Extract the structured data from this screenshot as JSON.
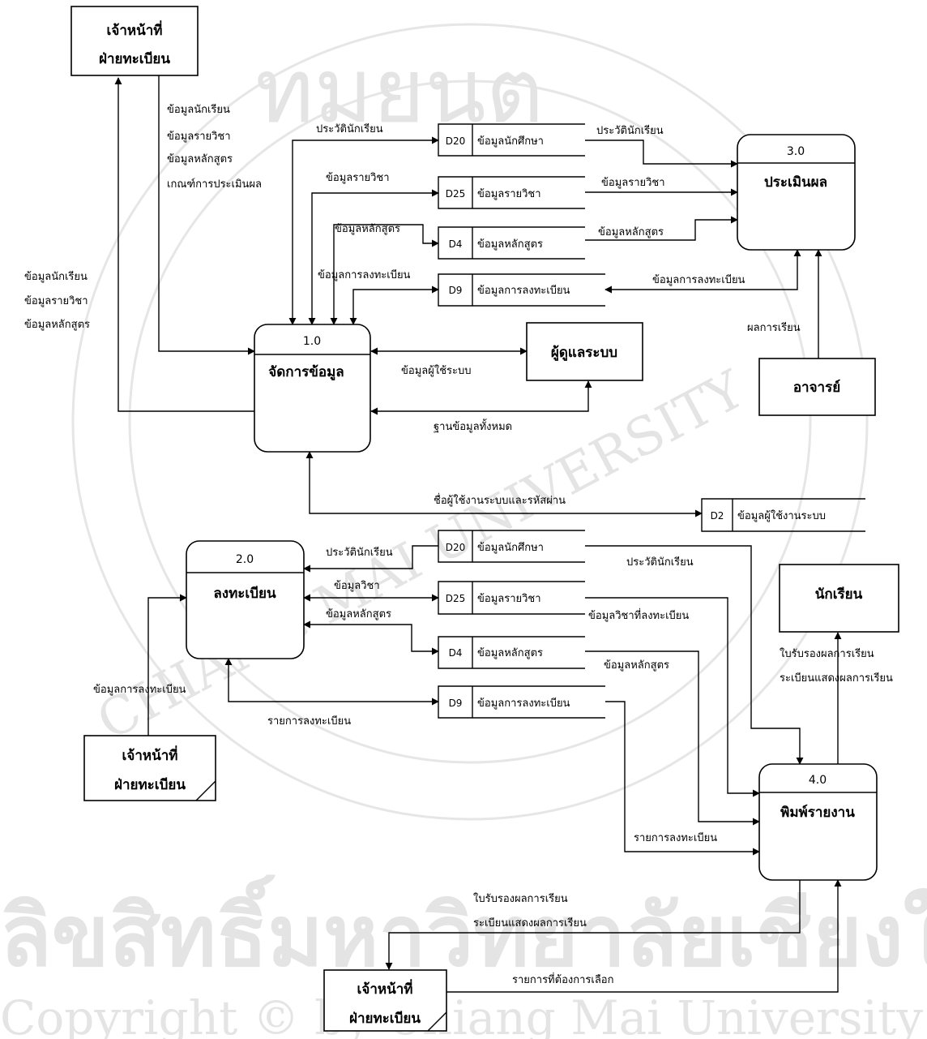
{
  "watermark": {
    "seal_top": "ทมยนต",
    "seal_bottom": "CHIANG MAI UNIVERSITY",
    "band_thai": "ลิขสิทธิ์มหาวิทยาลัยเชียงใหม่",
    "band_copyright": "Copyright © by Chiang Mai University"
  },
  "processes": {
    "p1": {
      "num": "1.0",
      "name": "จัดการข้อมูล"
    },
    "p2": {
      "num": "2.0",
      "name": "ลงทะเบียน"
    },
    "p3": {
      "num": "3.0",
      "name": "ประเมินผล"
    },
    "p4": {
      "num": "4.0",
      "name": "พิมพ์รายงาน"
    }
  },
  "entities": {
    "registrar_top": {
      "line1": "เจ้าหน้าที่",
      "line2": "ฝ่ายทะเบียน"
    },
    "admin": {
      "name": "ผู้ดูแลระบบ"
    },
    "teacher": {
      "name": "อาจารย์"
    },
    "student": {
      "name": "นักเรียน"
    },
    "registrar_mid": {
      "line1": "เจ้าหน้าที่",
      "line2": "ฝ่ายทะเบียน"
    },
    "registrar_bottom": {
      "line1": "เจ้าหน้าที่",
      "line2": "ฝ่ายทะเบียน"
    }
  },
  "stores": {
    "s1": {
      "id": "D20",
      "name": "ข้อมูลนักศึกษา"
    },
    "s2": {
      "id": "D25",
      "name": "ข้อมูลรายวิชา"
    },
    "s3": {
      "id": "D4",
      "name": "ข้อมูลหลักสูตร"
    },
    "s4": {
      "id": "D9",
      "name": "ข้อมูลการลงทะเบียน"
    },
    "s5": {
      "id": "D2",
      "name": "ข้อมูลผู้ใช้งานระบบ"
    },
    "s6": {
      "id": "D20",
      "name": "ข้อมูลนักศึกษา"
    },
    "s7": {
      "id": "D25",
      "name": "ข้อมูลรายวิชา"
    },
    "s8": {
      "id": "D4",
      "name": "ข้อมูลหลักสูตร"
    },
    "s9": {
      "id": "D9",
      "name": "ข้อมูลการลงทะเบียน"
    }
  },
  "flows": {
    "reg_to_p1": [
      "ข้อมูลนักเรียน",
      "ข้อมูลรายวิชา",
      "ข้อมูลหลักสูตร",
      "เกณฑ์การประเมินผล"
    ],
    "p1_to_reg": [
      "ข้อมูลนักเรียน",
      "ข้อมูลรายวิชา",
      "ข้อมูลหลักสูตร"
    ],
    "f_s1": "ประวัตินักเรียน",
    "f_s2": "ข้อมูลรายวิชา",
    "f_s3": "ข้อมูลหลักสูตร",
    "f_s4": "ข้อมูลการลงทะเบียน",
    "f_s1_p3": "ประวัตินักเรียน",
    "f_s2_p3": "ข้อมูลรายวิชา",
    "f_s3_p3": "ข้อมูลหลักสูตร",
    "f_s4_p3": "ข้อมูลการลงทะเบียน",
    "f_teacher": "ผลการเรียน",
    "f_admin_in": "ข้อมูลผู้ใช้ระบบ",
    "f_admin_out": "ฐานข้อมูลทั้งหมด",
    "f_s5": "ชื่อผู้ใช้งานระบบและรหัสผ่าน",
    "f_s6_p2": "ประวัตินักเรียน",
    "f_s7_p2": "ข้อมูลวิชา",
    "f_s8_p2": "ข้อมูลหลักสูตร",
    "f_p2_s9": "รายการลงทะเบียน",
    "f_reg_p2": "ข้อมูลการลงทะเบียน",
    "f_s6_p4": "ประวัตินักเรียน",
    "f_s7_p4": "ข้อมูลวิชาที่ลงทะเบียน",
    "f_s8_p4": "ข้อมูลหลักสูตร",
    "f_s9_p4": "รายการลงทะเบียน",
    "f_p4_student": [
      "ใบรับรองผลการเรียน",
      "ระเบียนแสดงผลการเรียน"
    ],
    "f_p4_reg": [
      "ใบรับรองผลการเรียน",
      "ระเบียนแสดงผลการเรียน"
    ],
    "f_reg_p4": "รายการที่ต้องการเลือก"
  }
}
